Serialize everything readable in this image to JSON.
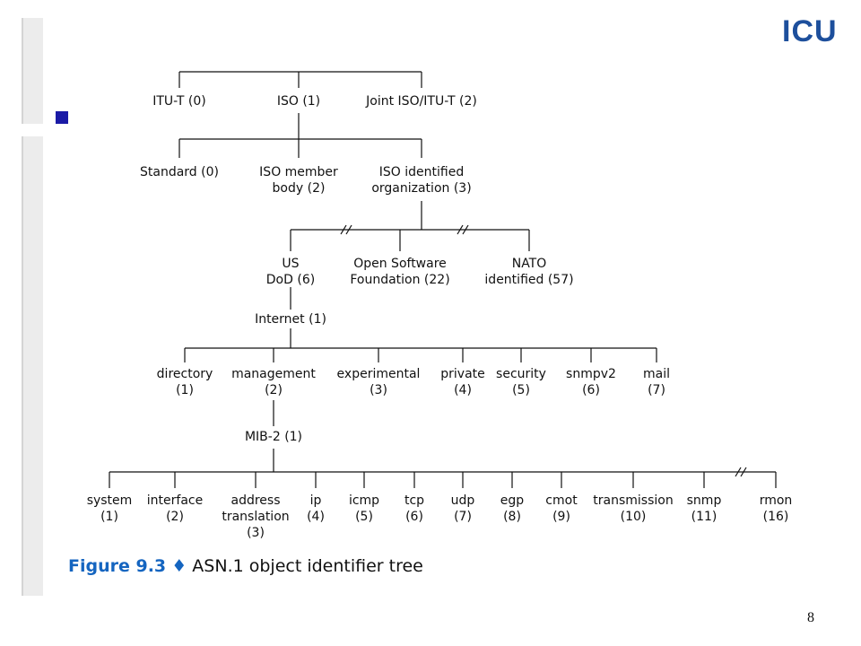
{
  "logo": {
    "text": "ICU"
  },
  "colors": {
    "accent": "#1d4f9c",
    "bullet": "#1a1aa6",
    "caption_blue": "#1565c0",
    "bullet_icon": "square"
  },
  "caption": {
    "figure": "Figure 9.3",
    "separator": "♦",
    "text": "ASN.1 object identifier tree"
  },
  "slide": {
    "page_number": "8"
  },
  "tree": {
    "level1": [
      {
        "lines": [
          "ITU-T (0)"
        ]
      },
      {
        "lines": [
          "ISO (1)"
        ]
      },
      {
        "lines": [
          "Joint ISO/ITU-T (2)"
        ]
      }
    ],
    "level2": [
      {
        "lines": [
          "Standard (0)"
        ]
      },
      {
        "lines": [
          "ISO member",
          "body (2)"
        ]
      },
      {
        "lines": [
          "ISO identified",
          "organization (3)"
        ]
      }
    ],
    "level3": [
      {
        "lines": [
          "US",
          "DoD (6)"
        ]
      },
      {
        "lines": [
          "Open Software",
          "Foundation (22)"
        ]
      },
      {
        "lines": [
          "NATO",
          "identified (57)"
        ]
      }
    ],
    "internet": {
      "lines": [
        "Internet (1)"
      ]
    },
    "level4": [
      {
        "lines": [
          "directory",
          "(1)"
        ]
      },
      {
        "lines": [
          "management",
          "(2)"
        ]
      },
      {
        "lines": [
          "experimental",
          "(3)"
        ]
      },
      {
        "lines": [
          "private",
          "(4)"
        ]
      },
      {
        "lines": [
          "security",
          "(5)"
        ]
      },
      {
        "lines": [
          "snmpv2",
          "(6)"
        ]
      },
      {
        "lines": [
          "mail",
          "(7)"
        ]
      }
    ],
    "mib": {
      "lines": [
        "MIB-2 (1)"
      ]
    },
    "level5": [
      {
        "lines": [
          "system",
          "(1)"
        ]
      },
      {
        "lines": [
          "interface",
          "(2)"
        ]
      },
      {
        "lines": [
          "address",
          "translation",
          "(3)"
        ]
      },
      {
        "lines": [
          "ip",
          "(4)"
        ]
      },
      {
        "lines": [
          "icmp",
          "(5)"
        ]
      },
      {
        "lines": [
          "tcp",
          "(6)"
        ]
      },
      {
        "lines": [
          "udp",
          "(7)"
        ]
      },
      {
        "lines": [
          "egp",
          "(8)"
        ]
      },
      {
        "lines": [
          "cmot",
          "(9)"
        ]
      },
      {
        "lines": [
          "transmission",
          "(10)"
        ]
      },
      {
        "lines": [
          "snmp",
          "(11)"
        ]
      },
      {
        "lines": [
          "rmon",
          "(16)"
        ]
      }
    ]
  }
}
